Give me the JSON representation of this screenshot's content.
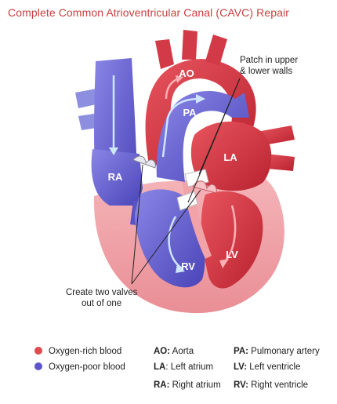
{
  "title": "Complete Common Atrioventricular Canal (CAVC) Repair",
  "labels": {
    "ao": "AO",
    "pa": "PA",
    "la": "LA",
    "ra": "RA",
    "rv": "RV",
    "lv": "LV"
  },
  "annotations": {
    "patch_line1": "Patch in upper",
    "patch_line2": "& lower walls",
    "valves_line1": "Create two valves",
    "valves_line2": "out of one"
  },
  "legend": {
    "oxygen_rich": {
      "label": "Oxygen-rich blood",
      "color": "#e04b4f"
    },
    "oxygen_poor": {
      "label": "Oxygen-poor blood",
      "color": "#5c55c9"
    },
    "ao": {
      "abbr": "AO:",
      "text": "Aorta"
    },
    "la": {
      "abbr": "LA",
      "text": ": Left atrium"
    },
    "ra": {
      "abbr": "RA:",
      "text": "Right atrium"
    },
    "pa": {
      "abbr": "PA:",
      "text": "Pulmonary artery"
    },
    "lv": {
      "abbr": "LV:",
      "text": "Left ventricle"
    },
    "rv": {
      "abbr": "RV:",
      "text": "Right ventricle"
    }
  },
  "colors": {
    "red_dark": "#c72e3c",
    "red": "#e04b55",
    "pink_wall": "#f2a3a8",
    "blue": "#6a63d4",
    "blue_light": "#9aa8ea",
    "title_red": "#c8403e"
  }
}
